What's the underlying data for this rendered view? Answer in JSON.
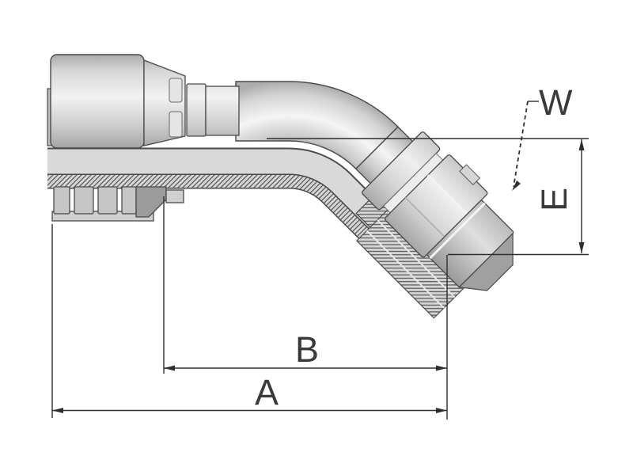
{
  "diagram": {
    "kind": "technical-drawing of a 45-degree elbow hose fitting (sectioned view)",
    "labels": {
      "w": "W",
      "e": "E",
      "b": "B",
      "a": "A"
    }
  },
  "colors": {
    "background": "#ffffff",
    "dimension_line": "#2e2e2e",
    "label_text": "#3a3a3a",
    "part_outline": "#4a4a4a",
    "metal_highlight": "#f4f4f4",
    "metal_mid": "#cccccc",
    "metal_dark": "#9a9a9a"
  }
}
